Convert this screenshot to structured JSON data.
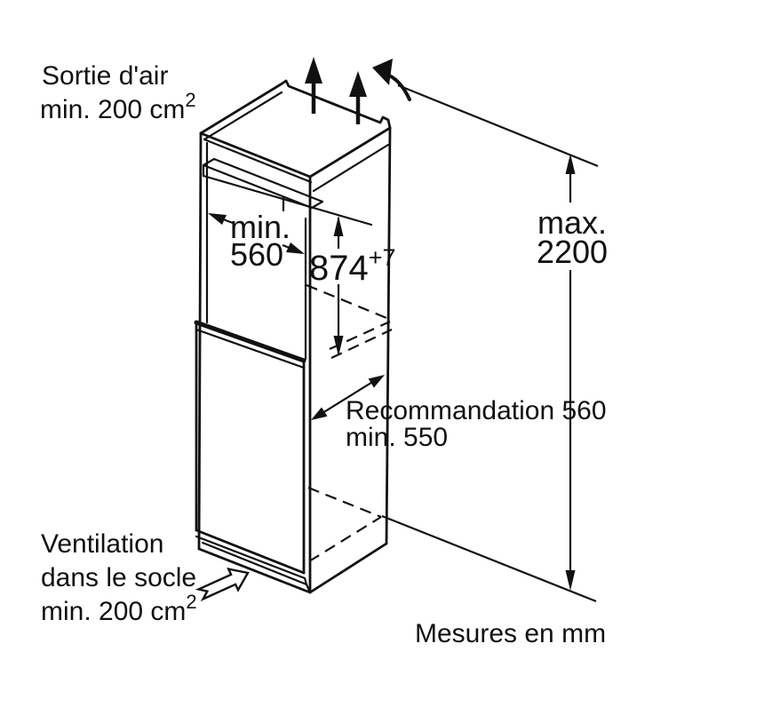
{
  "colors": {
    "ink": "#111111",
    "background": "#ffffff"
  },
  "labels": {
    "air_outlet": {
      "line1": "Sortie d'air",
      "line2": "min. 200 cm",
      "superscript": "2"
    },
    "niche_width": {
      "line1": "min.",
      "line2": "560"
    },
    "niche_height": {
      "value": "874",
      "tolerance": "+7"
    },
    "max_height": {
      "line1": "max.",
      "line2": "2200"
    },
    "depth": {
      "line1": "Recommandation 560",
      "line2": "min. 550"
    },
    "plinth_vent": {
      "line1": "Ventilation",
      "line2": "dans le socle",
      "line3": "min. 200 cm",
      "superscript": "2"
    },
    "units": "Mesures en mm"
  }
}
